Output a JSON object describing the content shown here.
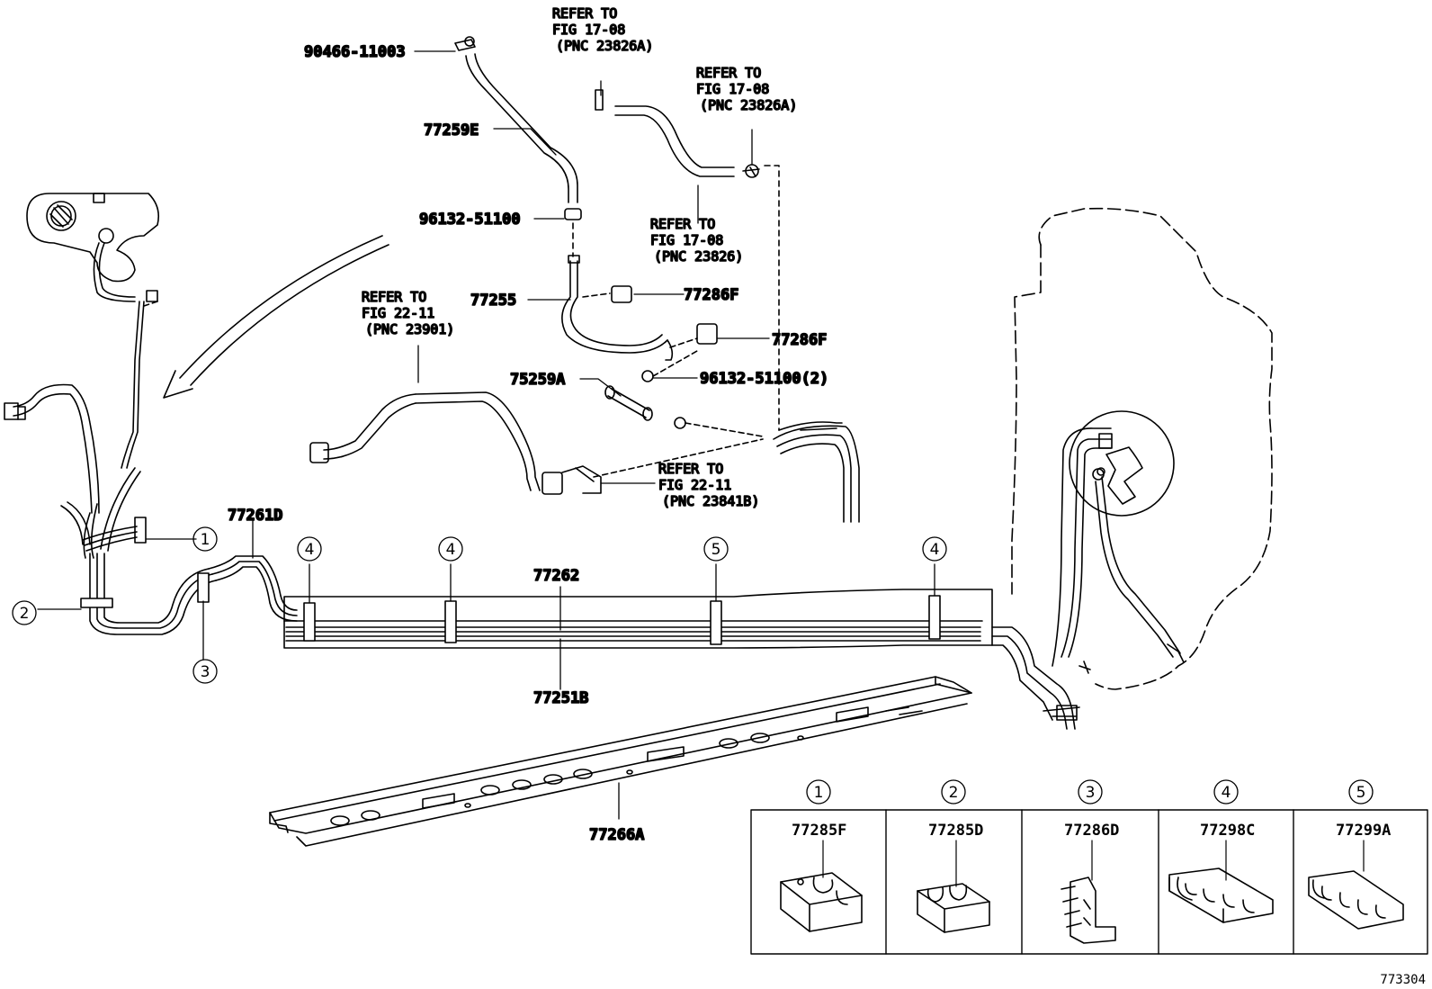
{
  "labels": {
    "p90466": "90466-11003",
    "p77259E": "77259E",
    "p96132a": "96132-51100",
    "p77255": "77255",
    "p77286F_a": "77286F",
    "p77286F_b": "77286F",
    "p96132b": "96132-51100(2)",
    "p75259A": "75259A",
    "p77261D": "77261D",
    "p77262": "77262",
    "p77251B": "77251B",
    "p77266A": "77266A"
  },
  "refs": {
    "r1": [
      "REFER TO",
      "FIG 17-08",
      "(PNC 23826A)"
    ],
    "r2": [
      "REFER TO",
      "FIG 17-08",
      "(PNC 23826A)"
    ],
    "r3": [
      "REFER TO",
      "FIG 17-08",
      "(PNC 23826)"
    ],
    "r4": [
      "REFER TO",
      "FIG 22-11",
      "(PNC 23901)"
    ],
    "r5": [
      "REFER TO",
      "FIG 22-11",
      "(PNC 23841B)"
    ]
  },
  "callouts": {
    "c1": "1",
    "c2": "2",
    "c3": "3",
    "c4a": "4",
    "c4b": "4",
    "c5": "5",
    "c4c": "4"
  },
  "legend": [
    {
      "num": "1",
      "part": "77285F"
    },
    {
      "num": "2",
      "part": "77285D"
    },
    {
      "num": "3",
      "part": "77286D"
    },
    {
      "num": "4",
      "part": "77298C"
    },
    {
      "num": "5",
      "part": "77299A"
    }
  ],
  "figure_id": "773304"
}
